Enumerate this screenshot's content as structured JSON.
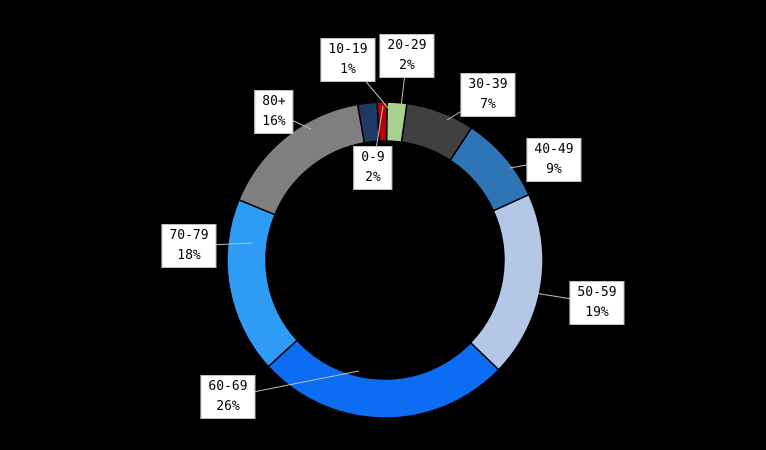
{
  "chart_data": {
    "type": "pie",
    "variant": "donut",
    "title": "",
    "legend_position": "none",
    "start_angle_deg": -10,
    "categories": [
      "0-9",
      "10-19",
      "20-29",
      "30-39",
      "40-49",
      "50-59",
      "60-69",
      "70-79",
      "80+"
    ],
    "values": [
      2,
      1,
      2,
      7,
      9,
      19,
      26,
      18,
      16
    ],
    "percent_labels": [
      "2%",
      "1%",
      "2%",
      "7%",
      "9%",
      "19%",
      "26%",
      "18%",
      "16%"
    ],
    "colors": [
      "#1F3864",
      "#C00000",
      "#A9D18E",
      "#404040",
      "#2E75B6",
      "#B4C7E7",
      "#0C6CF2",
      "#2E9CF5",
      "#7F7F7F"
    ],
    "background_color": "#000000",
    "callout_background": "#FFFFFF",
    "callout_border_color": "#BFBFBF",
    "callout_text_color": "#000000",
    "leader_line_color": "#BFBFBF"
  }
}
